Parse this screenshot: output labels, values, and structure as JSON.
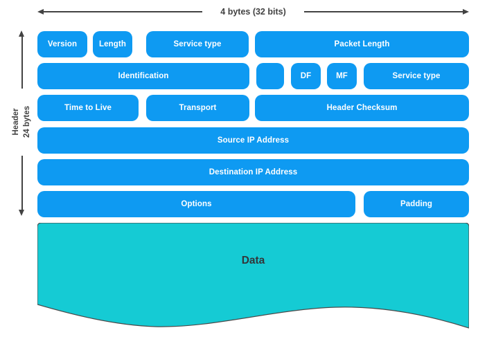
{
  "diagram": {
    "top_arrow_label": "4 bytes (32 bits)",
    "side_label": {
      "line1": "Header",
      "line2": "24 bytes"
    },
    "fields": {
      "version": "Version",
      "length": "Length",
      "service_type": "Service type",
      "packet_length": "Packet Length",
      "identification": "Identification",
      "flag_unused": "",
      "flag_df": "DF",
      "flag_mf": "MF",
      "service_type_2": "Service type",
      "time_to_live": "Time to Live",
      "transport": "Transport",
      "header_checksum": "Header Checksum",
      "source_ip_address": "Source IP Address",
      "destination_ip_address": "Destination IP Address",
      "options": "Options",
      "padding": "Padding"
    },
    "data_label": "Data",
    "colors": {
      "field_blue": "#0e9af2",
      "field_text": "#ffffff",
      "data_teal": "#15cbd4",
      "data_border": "#4a4a4a",
      "arrow": "#424242",
      "data_text": "#33363a"
    }
  }
}
